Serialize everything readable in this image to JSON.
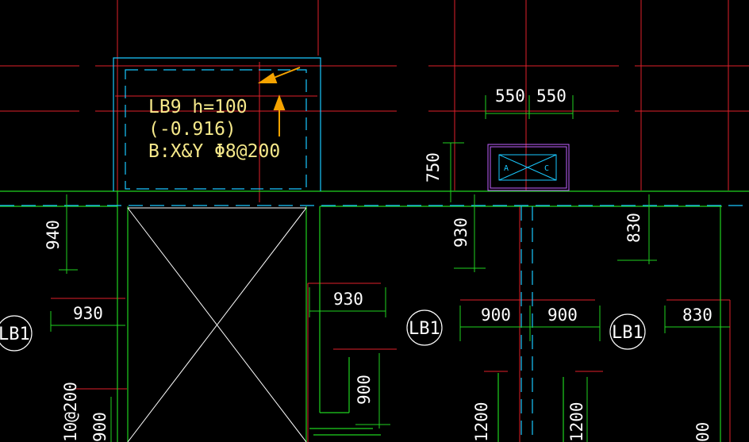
{
  "slab_annotation": {
    "line1": "LB9 h=100",
    "line2": "(-0.916)",
    "line3": "B:X&Y Φ8@200"
  },
  "dimensions": {
    "top_left": "550",
    "top_right": "550",
    "vertical_750": "750",
    "left_940": "940",
    "left_930": "930",
    "center_930": "930",
    "center_v930": "930",
    "mid_900_left": "900",
    "mid_900_right": "900",
    "right_v830": "830",
    "right_830": "830",
    "lower_v900": "900",
    "lower_1200_a": "1200",
    "lower_1200_b": "1200",
    "edge_left_rebar": "10@200",
    "edge_left_bottom": "900",
    "edge_right_bottom": "00"
  },
  "slab_tags": {
    "left": "LB1",
    "center": "LB1",
    "right": "LB1"
  },
  "equipment_box": {
    "left_letter": "A",
    "right_letter": "C"
  },
  "colors": {
    "background": "#000000",
    "axis_red": "#e0202a",
    "wall_green": "#1fd21f",
    "hidden_cyan": "#19c8ff",
    "beam_white": "#ffffff",
    "text_yellow": "#f5e88a",
    "pointer_orange": "#f5a300",
    "box_magenta": "#c060ff"
  }
}
